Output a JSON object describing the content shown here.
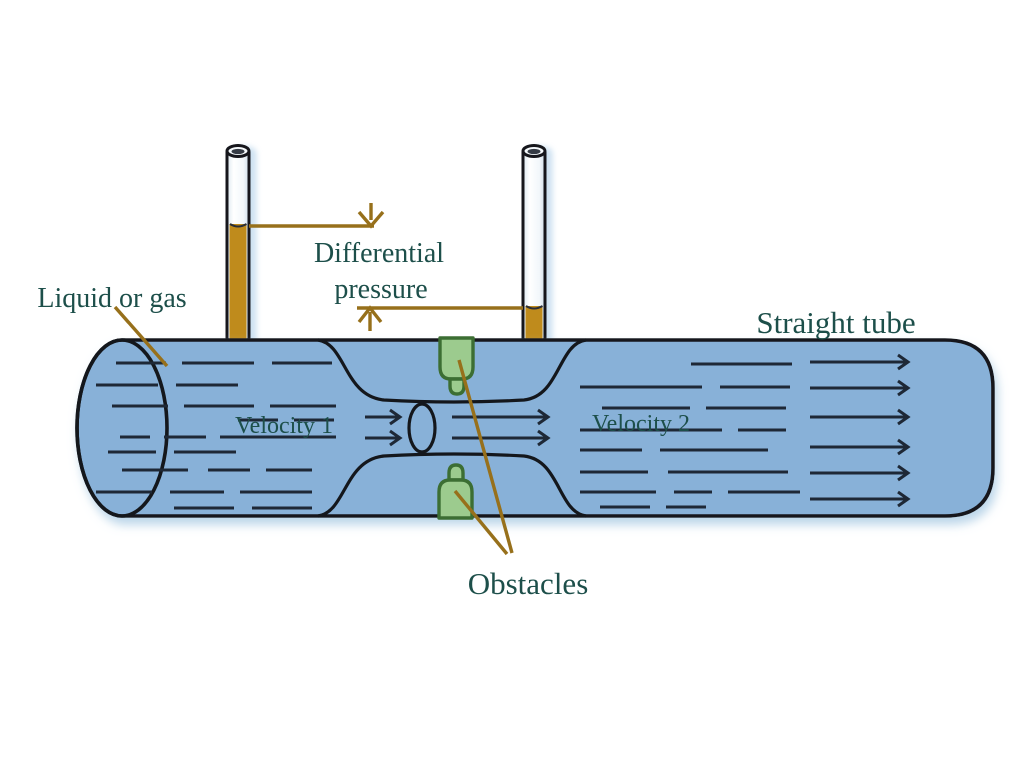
{
  "diagram": {
    "labels": {
      "liquid_or_gas": "Liquid or gas",
      "differential_pressure_line1": "Differential",
      "differential_pressure_line2": "pressure",
      "straight_tube": "Straight tube",
      "velocity_1": "Velocity 1",
      "velocity_2": "Velocity 2",
      "obstacles": "Obstacles"
    },
    "colors": {
      "background": "#ffffff",
      "tube_fill": "#88b1d8",
      "outline": "#14171c",
      "streamline": "#1e2836",
      "manometer_liquid": "#bf8b1c",
      "annotation_gold": "#97701b",
      "obstacle_fill": "#9ccb8e",
      "obstacle_border": "#3c6e33",
      "label_text": "#1d4f4a",
      "glass_shadow": "#c8def0",
      "tube_shadow": "#b7d3e8"
    }
  }
}
